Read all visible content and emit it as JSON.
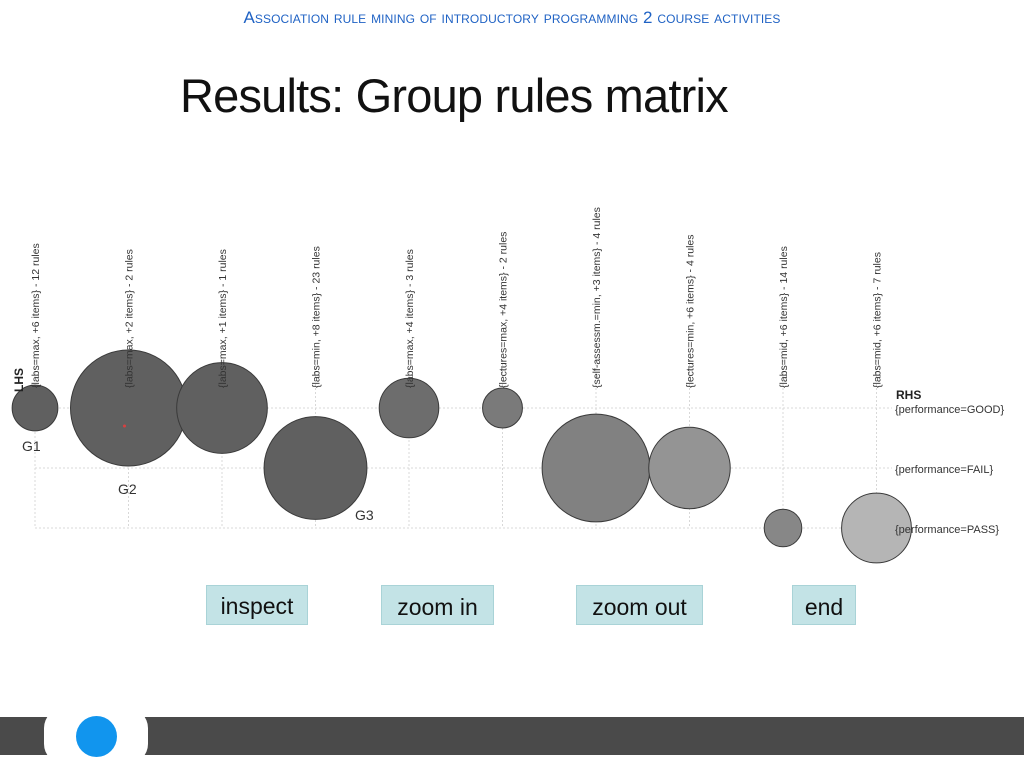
{
  "header": {
    "super_title": "Association rule mining of introductory programming 2 course activities",
    "title": "Results: Group rules matrix"
  },
  "chart_data": {
    "type": "scatter",
    "title": "",
    "xlabel": "LHS",
    "ylabel": "RHS",
    "lhs": [
      "{labs=max, +6 items} - 12 rules",
      "{labs=max, +2 items} - 2 rules",
      "{labs=max, +1 items} - 1 rules",
      "{labs=min, +8 items} - 23 rules",
      "{labs=max, +4 items} - 3 rules",
      "{lectures=max, +4 items} - 2 rules",
      "{self-assessm.=min, +3 items} - 4 rules",
      "{lectures=min, +6 items} - 4 rules",
      "{labs=mid, +6 items} - 14 rules",
      "{labs=mid, +6 items} - 7 rules"
    ],
    "rhs": [
      "{performance=GOOD}",
      "{performance=FAIL}",
      "{performance=PASS}"
    ],
    "points": [
      {
        "lhs": 0,
        "rhs": 0,
        "support": 0.08,
        "lift": 0.2
      },
      {
        "lhs": 1,
        "rhs": 0,
        "support": 1.0,
        "lift": 0.2
      },
      {
        "lhs": 2,
        "rhs": 0,
        "support": 0.55,
        "lift": 0.2
      },
      {
        "lhs": 3,
        "rhs": 1,
        "support": 0.75,
        "lift": 0.2
      },
      {
        "lhs": 4,
        "rhs": 0,
        "support": 0.18,
        "lift": 0.3
      },
      {
        "lhs": 5,
        "rhs": 0,
        "support": 0.05,
        "lift": 0.4
      },
      {
        "lhs": 6,
        "rhs": 1,
        "support": 0.84,
        "lift": 0.45
      },
      {
        "lhs": 7,
        "rhs": 1,
        "support": 0.42,
        "lift": 0.6
      },
      {
        "lhs": 8,
        "rhs": 2,
        "support": 0.04,
        "lift": 0.5
      },
      {
        "lhs": 9,
        "rhs": 2,
        "support": 0.28,
        "lift": 0.85
      }
    ],
    "groups": [
      {
        "label": "G1",
        "lhs": 0
      },
      {
        "label": "G2",
        "lhs": 1
      },
      {
        "label": "G3",
        "lhs": 3
      }
    ],
    "grid": true
  },
  "buttons": {
    "inspect": "inspect",
    "zoom_in": "zoom in",
    "zoom_out": "zoom out",
    "end": "end"
  }
}
